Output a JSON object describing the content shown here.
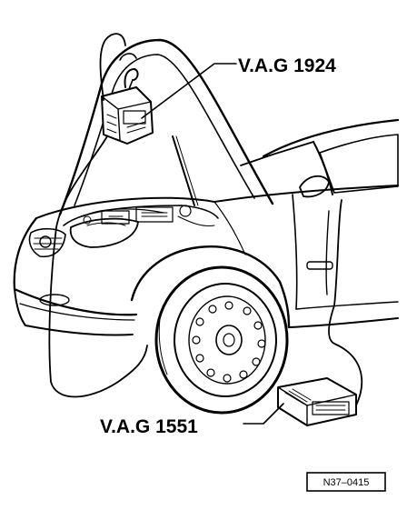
{
  "labels": {
    "tester_top": "V.A.G 1924",
    "tester_bottom": "V.A.G 1551",
    "figure_ref": "N37–0415"
  }
}
